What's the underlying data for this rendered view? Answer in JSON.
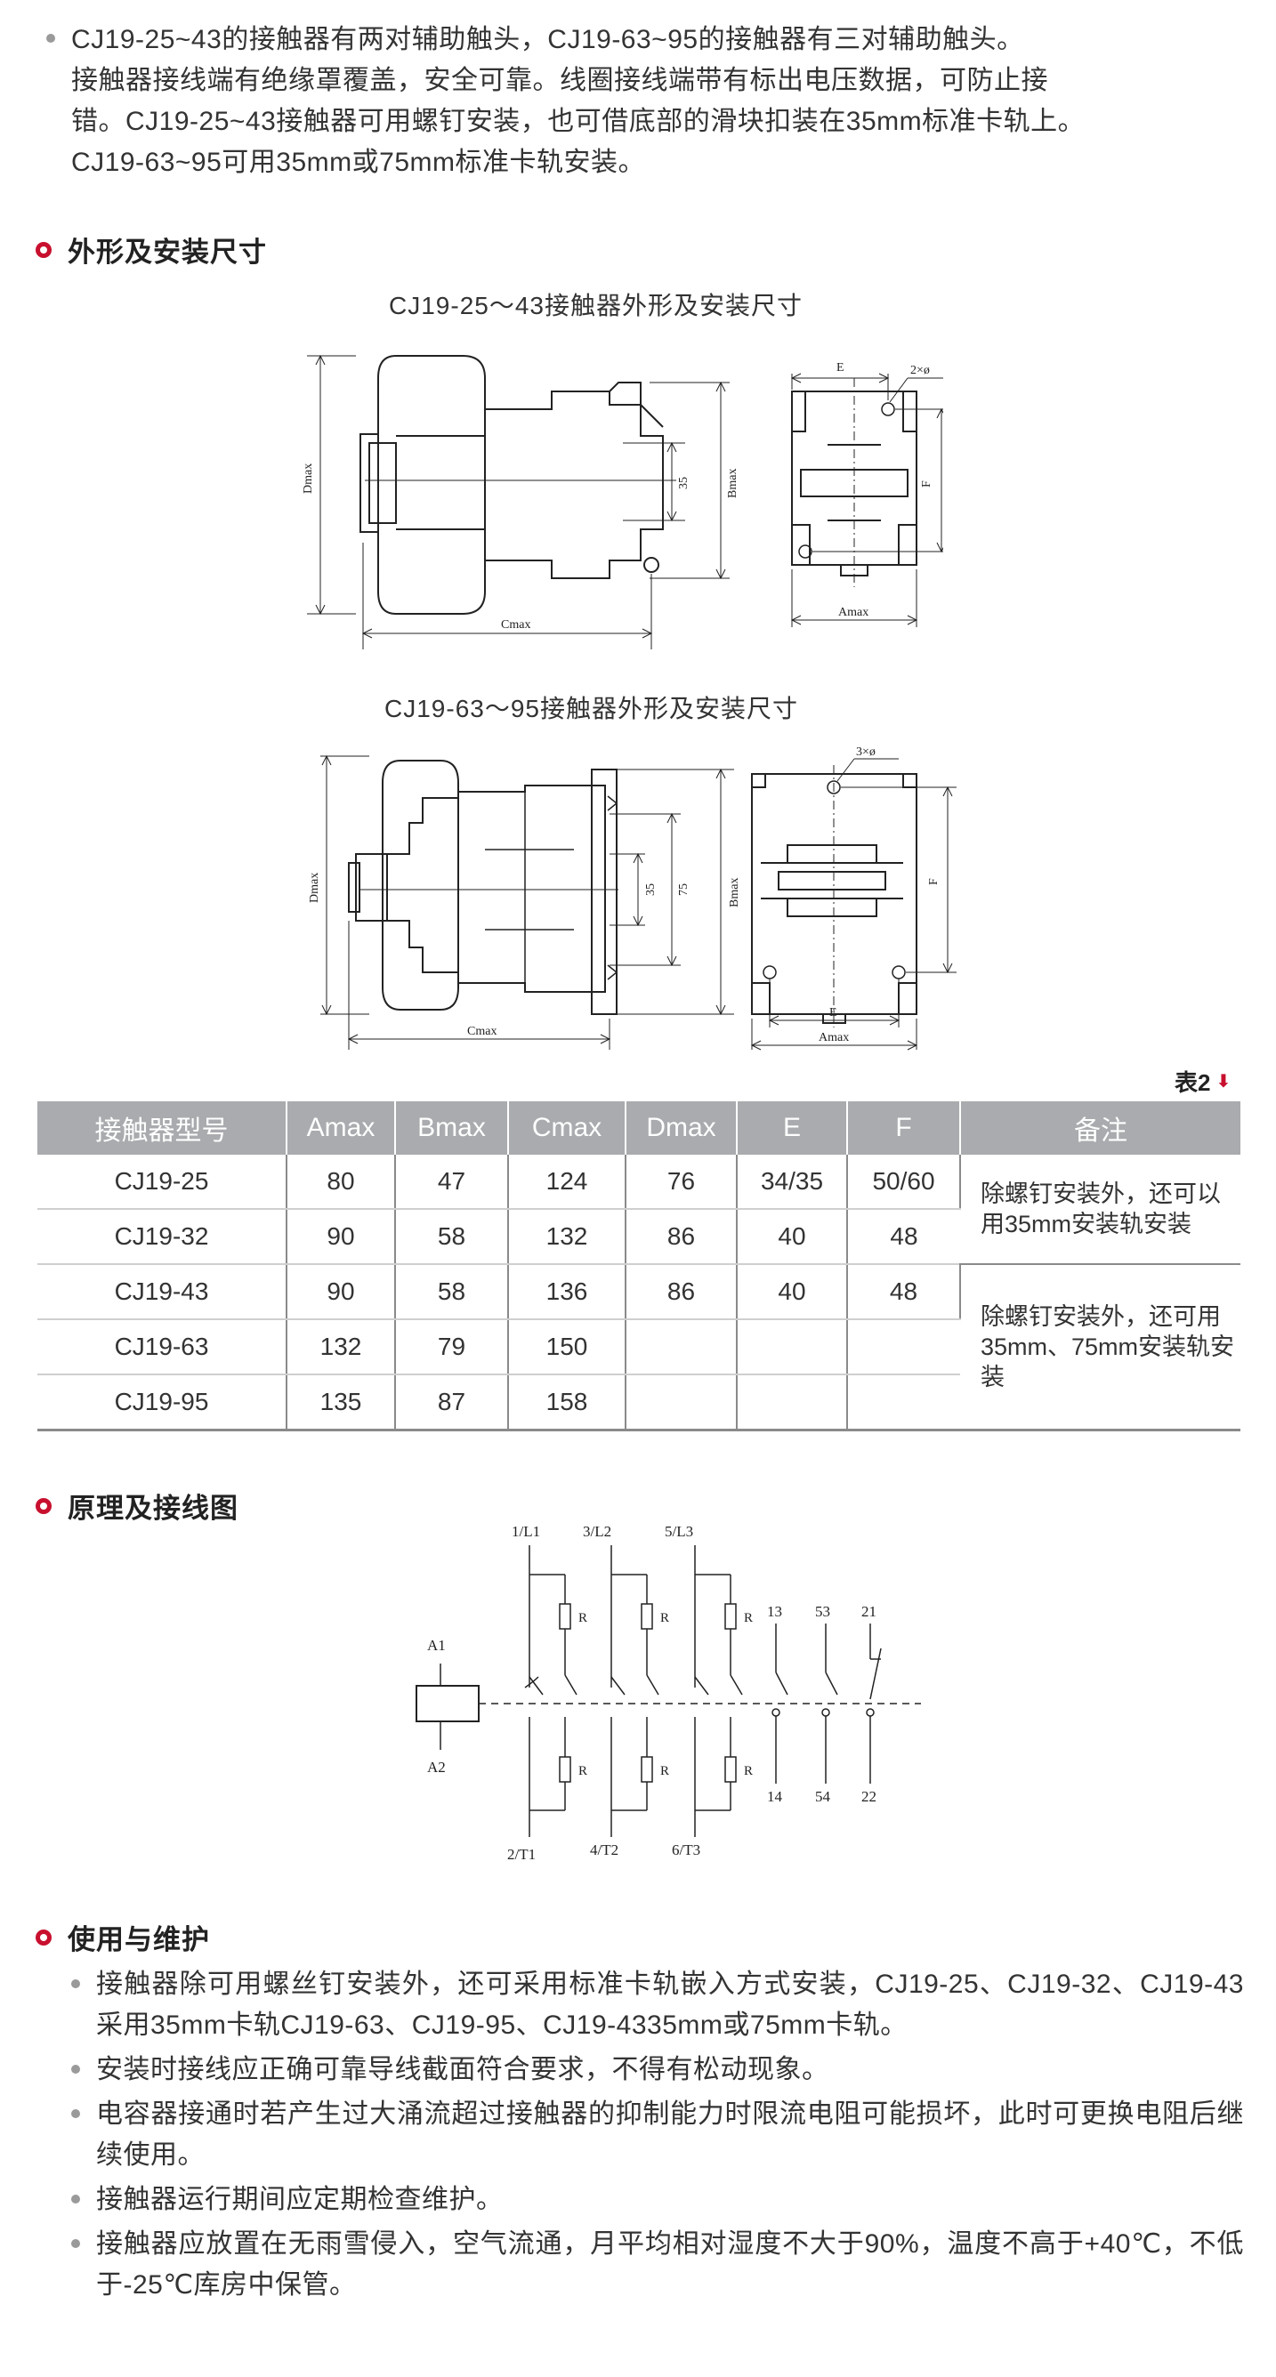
{
  "intro": {
    "line1": "CJ19-25~43的接触器有两对辅助触头，CJ19-63~95的接触器有三对辅助触头。",
    "line2": "接触器接线端有绝缘罩覆盖，安全可靠。线圈接线端带有标出电压数据，可防止接",
    "line3": "错。CJ19-25~43接触器可用螺钉安装，也可借底部的滑块扣装在35mm标准卡轨上。",
    "line4": "CJ19-63~95可用35mm或75mm标准卡轨安装。"
  },
  "section_dimensions": {
    "title": "外形及安装尺寸"
  },
  "figure1": {
    "caption": "CJ19-25～43接触器外形及安装尺寸",
    "labels": {
      "dmax": "Dmax",
      "cmax": "Cmax",
      "bmax": "Bmax",
      "rail": "35",
      "amax": "Amax",
      "e": "E",
      "f": "F",
      "holes": "2×ø"
    }
  },
  "figure2": {
    "caption": "CJ19-63～95接触器外形及安装尺寸",
    "labels": {
      "dmax": "Dmax",
      "cmax": "Cmax",
      "bmax": "Bmax",
      "rail1": "35",
      "rail2": "75",
      "amax": "Amax",
      "e": "E",
      "f": "F",
      "holes": "3×ø"
    }
  },
  "table": {
    "label": "表2",
    "headers": [
      "接触器型号",
      "Amax",
      "Bmax",
      "Cmax",
      "Dmax",
      "E",
      "F",
      "备注"
    ],
    "rows": [
      [
        "CJ19-25",
        "80",
        "47",
        "124",
        "76",
        "34/35",
        "50/60"
      ],
      [
        "CJ19-32",
        "90",
        "58",
        "132",
        "86",
        "40",
        "48"
      ],
      [
        "CJ19-43",
        "90",
        "58",
        "136",
        "86",
        "40",
        "48"
      ],
      [
        "CJ19-63",
        "132",
        "79",
        "150",
        "",
        "",
        ""
      ],
      [
        "CJ19-95",
        "135",
        "87",
        "158",
        "",
        "",
        ""
      ]
    ],
    "note1": "除螺钉安装外，还可以用35mm安装轨安装",
    "note2": "除螺钉安装外，还可用35mm、75mm安装轨安装"
  },
  "section_wiring": {
    "title": "原理及接线图"
  },
  "wiring": {
    "poles_top": [
      "1/L1",
      "3/L2",
      "5/L3"
    ],
    "poles_bottom": [
      "2/T1",
      "4/T2",
      "6/T3"
    ],
    "coil_top": "A1",
    "coil_bottom": "A2",
    "resistor": "R",
    "aux_top": [
      "13",
      "53",
      "21"
    ],
    "aux_bottom": [
      "14",
      "54",
      "22"
    ]
  },
  "section_usage": {
    "title": "使用与维护"
  },
  "usage": {
    "items": [
      "接触器除可用螺丝钉安装外，还可采用标准卡轨嵌入方式安装，CJ19-25、CJ19-32、CJ19-43采用35mm卡轨CJ19-63、CJ19-95、CJ19-4335mm或75mm卡轨。",
      "安装时接线应正确可靠导线截面符合要求，不得有松动现象。",
      "电容器接通时若产生过大涌流超过接触器的抑制能力时限流电阻可能损坏，此时可更换电阻后继续使用。",
      "接触器运行期间应定期检查维护。",
      "接触器应放置在无雨雪侵入，空气流通，月平均相对湿度不大于90%，温度不高于+40℃，不低于-25℃库房中保管。"
    ]
  }
}
